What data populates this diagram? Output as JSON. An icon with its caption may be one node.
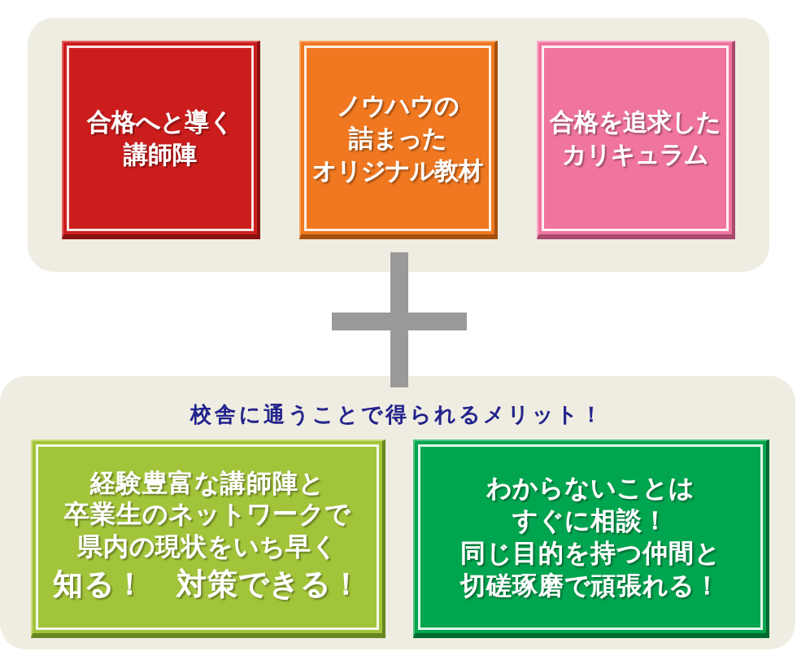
{
  "diagram": {
    "nodes": [
      {
        "text": [],
        "shape": "box"
      },
      {
        "text": [
          "合格へと導く講師陣"
        ],
        "in": 0
      },
      {
        "text": [
          "ノウハウの詰まったオリジナル教材"
        ],
        "in": 0
      },
      {
        "text": [
          "合格を追求したカリキュラム"
        ],
        "in": 0
      },
      {
        "text": [
          "校舎に通うことで得られるメリット！"
        ]
      },
      {
        "text": [
          "経験豊富な講師陣と卒業生のネットワークで県内の現状をいち早く",
          "知る！　対策できる！"
        ],
        "in": 4
      },
      {
        "text": [
          "わからないことはすぐに相談！同じ目的を持つ仲間と切磋琢磨で頑張れる！"
        ],
        "in": 4
      }
    ]
  }
}
